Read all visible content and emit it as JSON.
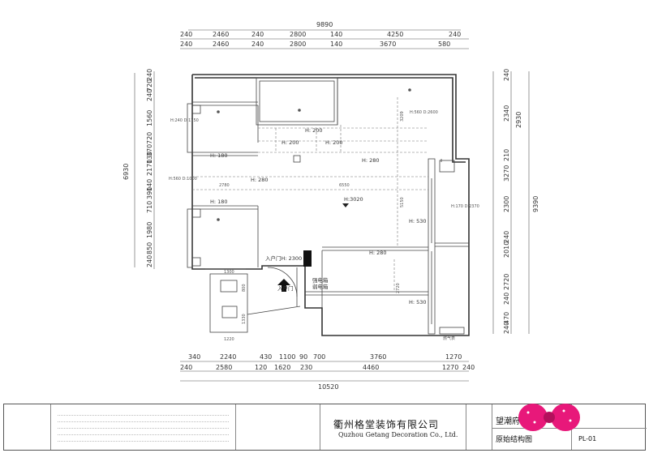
{
  "dims": {
    "top_total": "9890",
    "top_row1": [
      "240",
      "2460",
      "240",
      "2800",
      "140",
      "4250",
      "240"
    ],
    "top_row2": [
      "240",
      "2460",
      "240",
      "2800",
      "140",
      "3670",
      "580"
    ],
    "bottom_row1": [
      "340",
      "2240",
      "430",
      "1100",
      "90",
      "700",
      "3760",
      "1270"
    ],
    "bottom_row2": [
      "240",
      "2580",
      "120",
      "1620",
      "230",
      "4460",
      "1270",
      "240"
    ],
    "bottom_total": "10520",
    "left_outer": "6930",
    "left_inner": [
      "240",
      "720",
      "240",
      "1560",
      "720",
      "370",
      "130",
      "2170",
      "140",
      "390",
      "710",
      "1980",
      "850",
      "240"
    ],
    "right_inner": [
      "240",
      "2340",
      "210",
      "3270",
      "2300",
      "240",
      "2010",
      "2720",
      "240",
      "470",
      "240"
    ],
    "right_outer_upper": "2930",
    "right_outer": "9390"
  },
  "labels": {
    "h200_a": "H: 200",
    "h200_b": "H: 200",
    "h200_c": "H: 200",
    "h180_a": "H: 180",
    "h280_a": "H: 280",
    "h280_b": "H: 280",
    "h180_b": "H: 180",
    "h3020": "H:3020",
    "h530_a": "H: 530",
    "h280_c": "H: 280",
    "h530_b": "H: 530",
    "door_text": "入户门H: 2300",
    "entry": "入户门",
    "strong_box": "强电箱",
    "weak_box": "弱电箱",
    "boiler": "燃气表",
    "win_note_a": "H:560 D:2600",
    "win_note_b": "H:170 D:2370",
    "win_note_c": "H:240 D:1750",
    "win_note_d": "H:560 D:1000",
    "dim_6550": "6550",
    "dim_2780": "2780",
    "dim_3209": "3209",
    "dim_5150": "5150",
    "dim_2720": "2720",
    "dim_1220": "1220",
    "dim_1300": "1300",
    "dim_800": "800",
    "dim_1330": "1330"
  },
  "title_block": {
    "company_cn": "衢州格堂装饰有限公司",
    "company_en": "Quzhou Getang Decoration Co., Ltd.",
    "project": "望潮府",
    "drawing_name": "原始结构图",
    "drawing_code": "PL-01"
  },
  "colors": {
    "line": "#333333",
    "bow_fill": "#e8187a",
    "bow_dark": "#b3105c"
  }
}
